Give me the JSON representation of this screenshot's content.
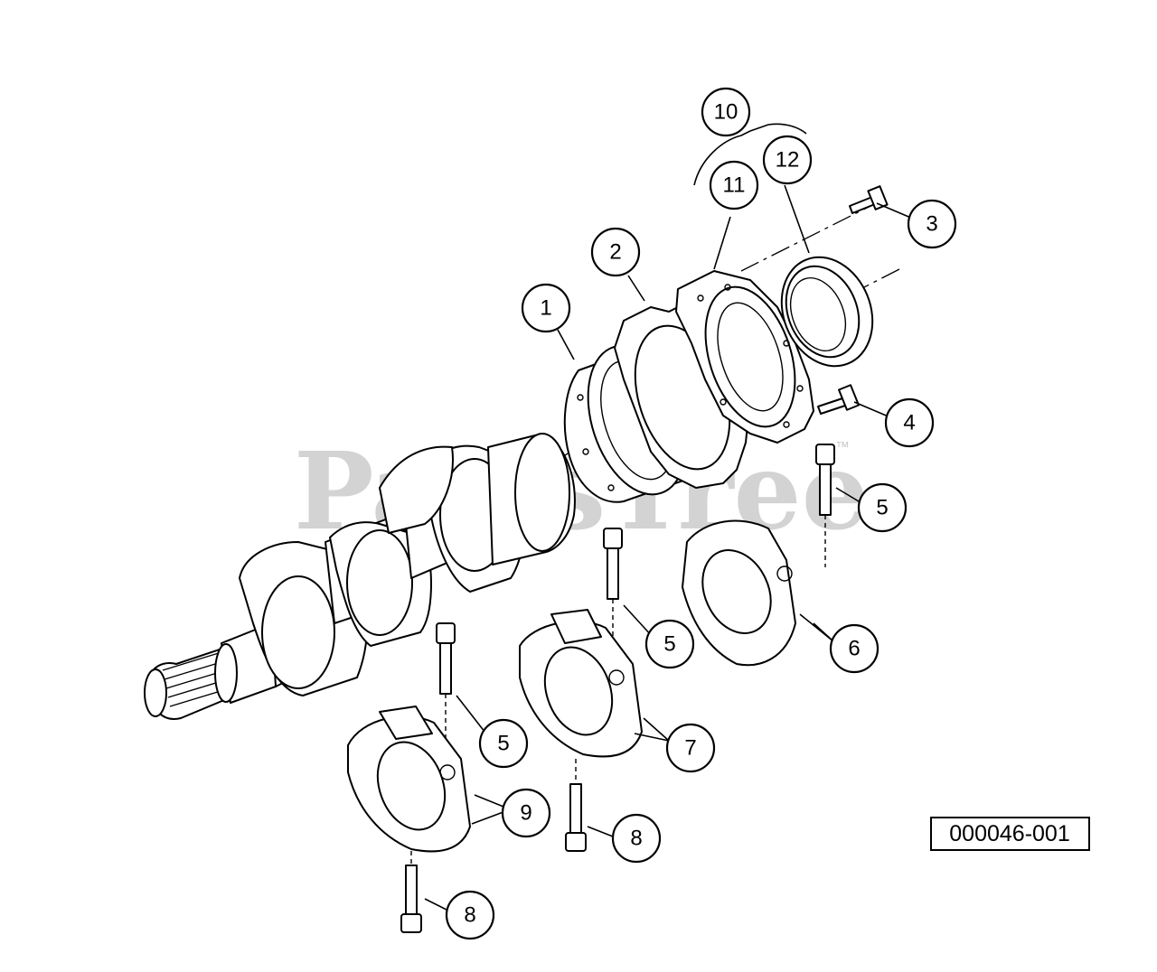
{
  "watermark": {
    "text": "PartsTree",
    "trademark": "™",
    "color": "#c9c9c9"
  },
  "reference_number": "000046-001",
  "callouts": [
    "1",
    "2",
    "3",
    "4",
    "5",
    "6",
    "7",
    "8",
    "9",
    "10",
    "11",
    "12"
  ],
  "colors": {
    "line": "#000000",
    "background": "#ffffff"
  }
}
